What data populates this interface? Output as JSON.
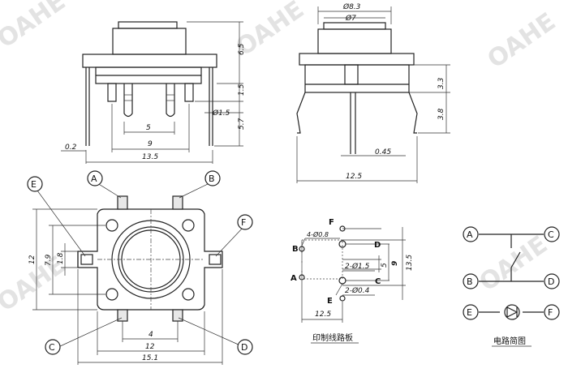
{
  "watermark": "OAHE",
  "front_view": {
    "height": "6.5",
    "pin_width": "1.5",
    "pin_hole": "Ø1.5",
    "pin_length": "5.7",
    "inner_pitch": "5",
    "outer_pitch": "9",
    "thickness": "0.2",
    "width": "13.5"
  },
  "side_view": {
    "cap_outer": "Ø8.3",
    "cap_inner": "Ø7",
    "body_h": "3.3",
    "lead_h": "3.8",
    "lead_w": "0.45",
    "width": "12.5"
  },
  "top_view": {
    "labels": [
      "A",
      "B",
      "C",
      "D",
      "E",
      "F"
    ],
    "height": "12",
    "inner_h": "7.9",
    "slot_h": "1.8",
    "inner_w": "4",
    "body_w": "12",
    "total_w": "15.1"
  },
  "pcb_layout": {
    "labels": [
      "A",
      "B",
      "C",
      "D",
      "E",
      "F"
    ],
    "holes_a": "4-Ø0.8",
    "holes_b": "2-Ø1.5",
    "holes_c": "2-Ø0.4",
    "pitch_5": "5",
    "pitch_9": "9",
    "height": "13.5",
    "width": "12.5",
    "caption": "印制线路板"
  },
  "circuit": {
    "labels": [
      "A",
      "C",
      "B",
      "D",
      "E",
      "F"
    ],
    "caption": "电路简图"
  }
}
